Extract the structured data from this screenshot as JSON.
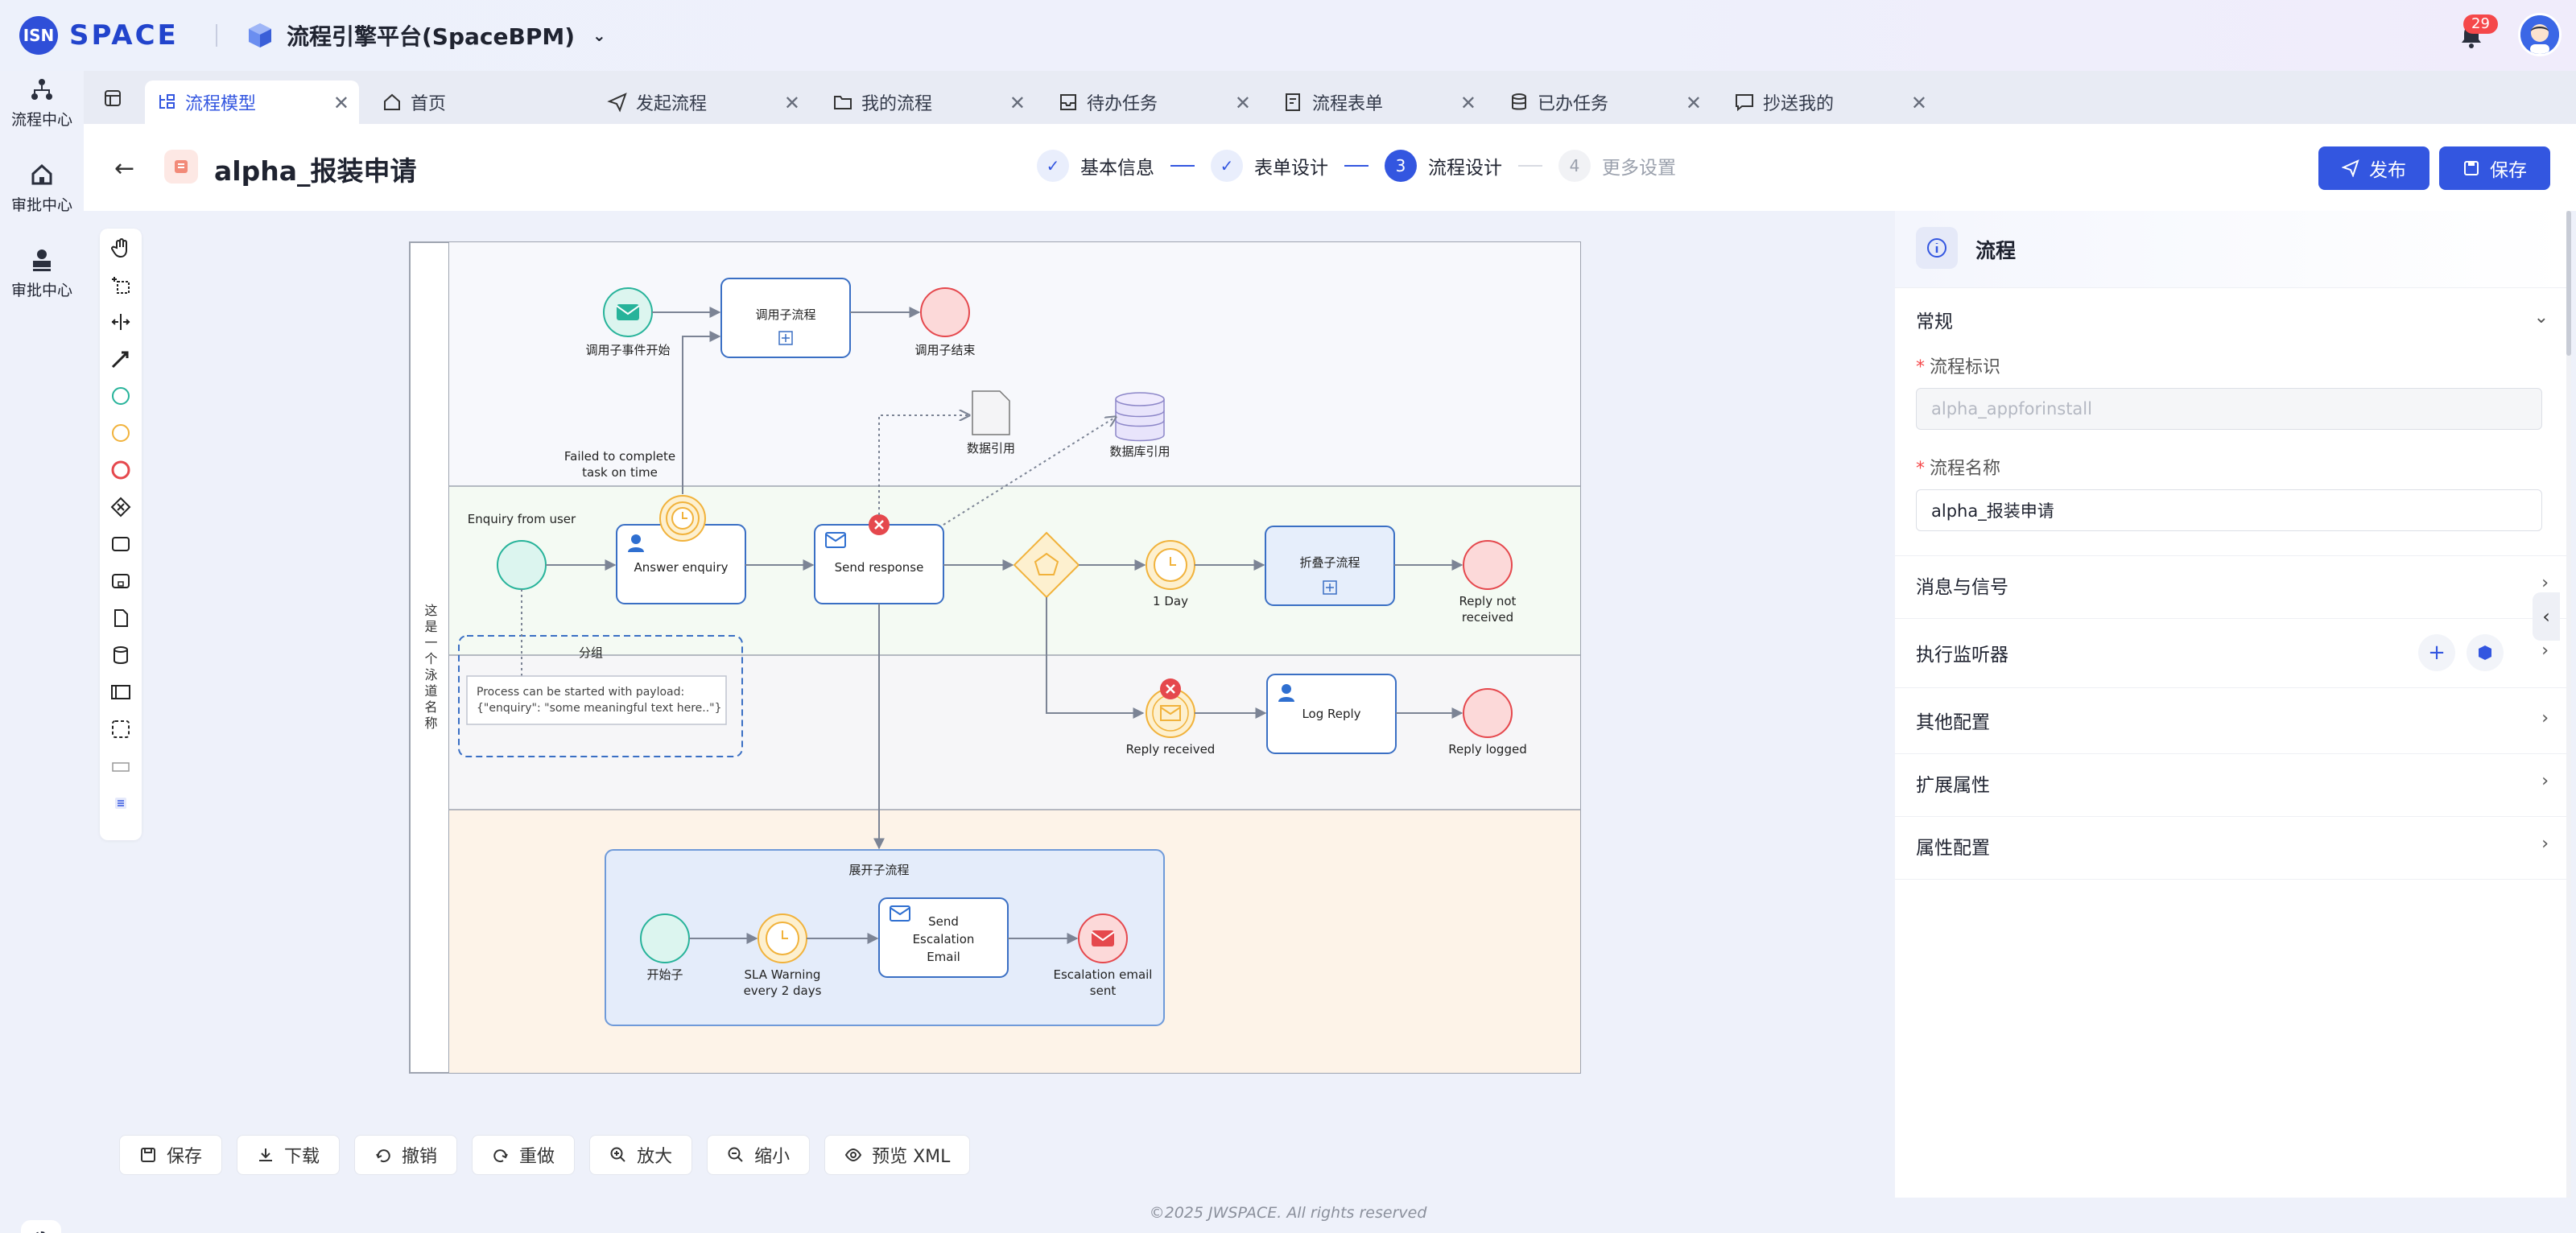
{
  "app": {
    "logo_text": "SPACE",
    "platform_title": "流程引擎平台(SpaceBPM)",
    "notification_count": "29"
  },
  "sidebar": {
    "items": [
      {
        "label": "流程中心",
        "icon": "flow-icon"
      },
      {
        "label": "审批中心",
        "icon": "home-icon"
      },
      {
        "label": "审批中心",
        "icon": "stamp-icon"
      }
    ]
  },
  "tabs": [
    {
      "label": "流程模型",
      "active": true
    },
    {
      "label": "首页"
    },
    {
      "label": "发起流程"
    },
    {
      "label": "我的流程"
    },
    {
      "label": "待办任务"
    },
    {
      "label": "流程表单"
    },
    {
      "label": "已办任务"
    },
    {
      "label": "抄送我的"
    }
  ],
  "header": {
    "title": "alpha_报装申请",
    "steps": [
      {
        "num": "✓",
        "label": "基本信息",
        "state": "done"
      },
      {
        "num": "✓",
        "label": "表单设计",
        "state": "done"
      },
      {
        "num": "3",
        "label": "流程设计",
        "state": "current"
      },
      {
        "num": "4",
        "label": "更多设置",
        "state": "todo"
      }
    ],
    "publish_label": "发布",
    "save_label": "保存"
  },
  "diagram": {
    "pool_name": "这是一个泳道名称",
    "nodes": {
      "sub_start": "调用子事件开始",
      "call_sub": "调用子流程",
      "sub_end": "调用子结束",
      "data_ref": "数据引用",
      "db_ref": "数据库引用",
      "failed_note_1": "Failed to complete",
      "failed_note_2": "task on time",
      "enquiry_start": "Enquiry from user",
      "answer": "Answer enquiry",
      "send_response": "Send response",
      "one_day": "1 Day",
      "collapsed_sub": "折叠子流程",
      "reply_not_1": "Reply not",
      "reply_not_2": "received",
      "group": "分组",
      "annotation_1": "Process can be started with payload:",
      "annotation_2": "{\"enquiry\": \"some meaningful text here..\"}",
      "reply_received": "Reply received",
      "log_reply": "Log Reply",
      "reply_logged": "Reply logged",
      "expanded_sub": "展开子流程",
      "start_child": "开始子",
      "sla_1": "SLA Warning",
      "sla_2": "every 2 days",
      "esc_1": "Send",
      "esc_2": "Escalation",
      "esc_3": "Email",
      "esc_end_1": "Escalation email",
      "esc_end_2": "sent"
    }
  },
  "bottom_toolbar": {
    "save": "保存",
    "download": "下载",
    "undo": "撤销",
    "redo": "重做",
    "zoom_in": "放大",
    "zoom_out": "缩小",
    "preview": "预览 XML"
  },
  "panel": {
    "title": "流程",
    "general": "常规",
    "id_label": "流程标识",
    "id_value": "alpha_appforinstall",
    "name_label": "流程名称",
    "name_value": "alpha_报装申请",
    "messages": "消息与信号",
    "listeners": "执行监听器",
    "other": "其他配置",
    "ext": "扩展属性",
    "attrs": "属性配置"
  },
  "footer": "©2025 JWSPACE. All rights reserved"
}
